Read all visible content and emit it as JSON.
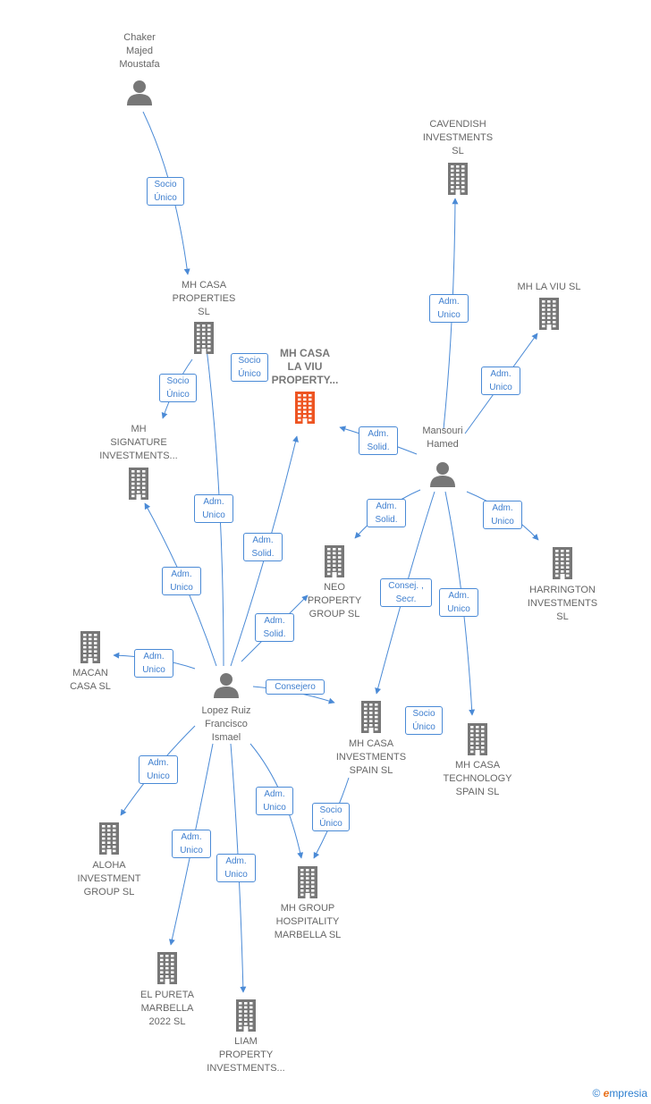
{
  "colors": {
    "edge": "#4a8ad6",
    "node": "#777777",
    "highlight": "#ee5522"
  },
  "nodes": {
    "chaker": {
      "label": "Chaker\nMajed\nMoustafa",
      "icon": "person-icon"
    },
    "cavendish": {
      "label": "CAVENDISH\nINVESTMENTS\nSL",
      "icon": "building-icon"
    },
    "mhcasaprop": {
      "label": "MH CASA\nPROPERTIES\nSL",
      "icon": "building-icon"
    },
    "mhlaviu": {
      "label": "MH LA VIU  SL",
      "icon": "building-icon"
    },
    "main": {
      "label": "MH CASA\nLA VIU\nPROPERTY...",
      "icon": "building-icon"
    },
    "mhsig": {
      "label": "MH\nSIGNATURE\nINVESTMENTS...",
      "icon": "building-icon"
    },
    "mansouri": {
      "label": "Mansouri\nHamed",
      "icon": "person-icon"
    },
    "neo": {
      "label": "NEO\nPROPERTY\nGROUP  SL",
      "icon": "building-icon"
    },
    "harrington": {
      "label": "HARRINGTON\nINVESTMENTS\nSL",
      "icon": "building-icon"
    },
    "macan": {
      "label": "MACAN\nCASA  SL",
      "icon": "building-icon"
    },
    "lopez": {
      "label": "Lopez Ruiz\nFrancisco\nIsmael",
      "icon": "person-icon"
    },
    "mhcasainv": {
      "label": "MH CASA\nINVESTMENTS\nSPAIN  SL",
      "icon": "building-icon"
    },
    "mhcasatech": {
      "label": "MH CASA\nTECHNOLOGY\nSPAIN  SL",
      "icon": "building-icon"
    },
    "aloha": {
      "label": "ALOHA\nINVESTMENT\nGROUP  SL",
      "icon": "building-icon"
    },
    "mhgroup": {
      "label": "MH GROUP\nHOSPITALITY\nMARBELLA  SL",
      "icon": "building-icon"
    },
    "elpureta": {
      "label": "EL PURETA\nMARBELLA\n2022  SL",
      "icon": "building-icon"
    },
    "liam": {
      "label": "LIAM\nPROPERTY\nINVESTMENTS...",
      "icon": "building-icon"
    }
  },
  "edges": [
    {
      "from": "chaker",
      "to": "mhcasaprop",
      "label": "Socio\nÚnico"
    },
    {
      "from": "mhcasaprop",
      "to": "mhsig",
      "label": "Socio\nÚnico"
    },
    {
      "from": "mhcasaprop",
      "to": "main",
      "label": "Socio\nÚnico"
    },
    {
      "from": "mansouri",
      "to": "cavendish",
      "label": "Adm.\nUnico"
    },
    {
      "from": "mansouri",
      "to": "mhlaviu",
      "label": "Adm.\nUnico"
    },
    {
      "from": "mansouri",
      "to": "main",
      "label": "Adm.\nSolid."
    },
    {
      "from": "mansouri",
      "to": "neo",
      "label": "Adm.\nSolid."
    },
    {
      "from": "mansouri",
      "to": "harrington",
      "label": "Adm.\nUnico"
    },
    {
      "from": "mansouri",
      "to": "mhcasainv",
      "label": "Consej. ,\nSecr."
    },
    {
      "from": "mansouri",
      "to": "mhcasatech",
      "label": "Adm.\nUnico"
    },
    {
      "from": "lopez",
      "to": "mhcasaprop",
      "label": "Adm.\nUnico"
    },
    {
      "from": "lopez",
      "to": "main",
      "label": "Adm.\nSolid."
    },
    {
      "from": "lopez",
      "to": "mhsig",
      "label": "Adm.\nUnico"
    },
    {
      "from": "lopez",
      "to": "neo",
      "label": "Adm.\nSolid."
    },
    {
      "from": "lopez",
      "to": "macan",
      "label": "Adm.\nUnico"
    },
    {
      "from": "lopez",
      "to": "mhcasainv",
      "label": "Consejero"
    },
    {
      "from": "mhcasainv",
      "to": "mhcasatech",
      "label": "Socio\nÚnico"
    },
    {
      "from": "mhcasainv",
      "to": "mhgroup",
      "label": "Socio\nÚnico"
    },
    {
      "from": "lopez",
      "to": "aloha",
      "label": "Adm.\nUnico"
    },
    {
      "from": "lopez",
      "to": "mhgroup",
      "label": "Adm.\nUnico"
    },
    {
      "from": "lopez",
      "to": "elpureta",
      "label": "Adm.\nUnico"
    },
    {
      "from": "lopez",
      "to": "liam",
      "label": "Adm.\nUnico"
    }
  ],
  "footer": {
    "copyright": "©",
    "brand_initial": "e",
    "brand_rest": "mpresia"
  }
}
